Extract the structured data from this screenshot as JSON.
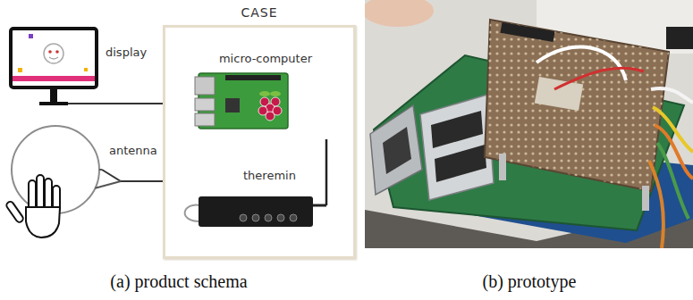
{
  "diagram": {
    "nodes": [
      {
        "text": [
          "CASE"
        ]
      },
      {
        "text": [
          "display"
        ]
      },
      {
        "text": [
          "micro-computer"
        ],
        "in": 0
      },
      {
        "text": [
          "antenna"
        ]
      },
      {
        "text": [
          "theremin"
        ],
        "in": 0
      }
    ],
    "edges": [
      {
        "from": 1,
        "to": 0,
        "arrow": "none"
      },
      {
        "from": 3,
        "to": 0,
        "arrow": "none"
      }
    ],
    "labels": [
      "(a) product schema",
      "(b) prototype"
    ]
  }
}
